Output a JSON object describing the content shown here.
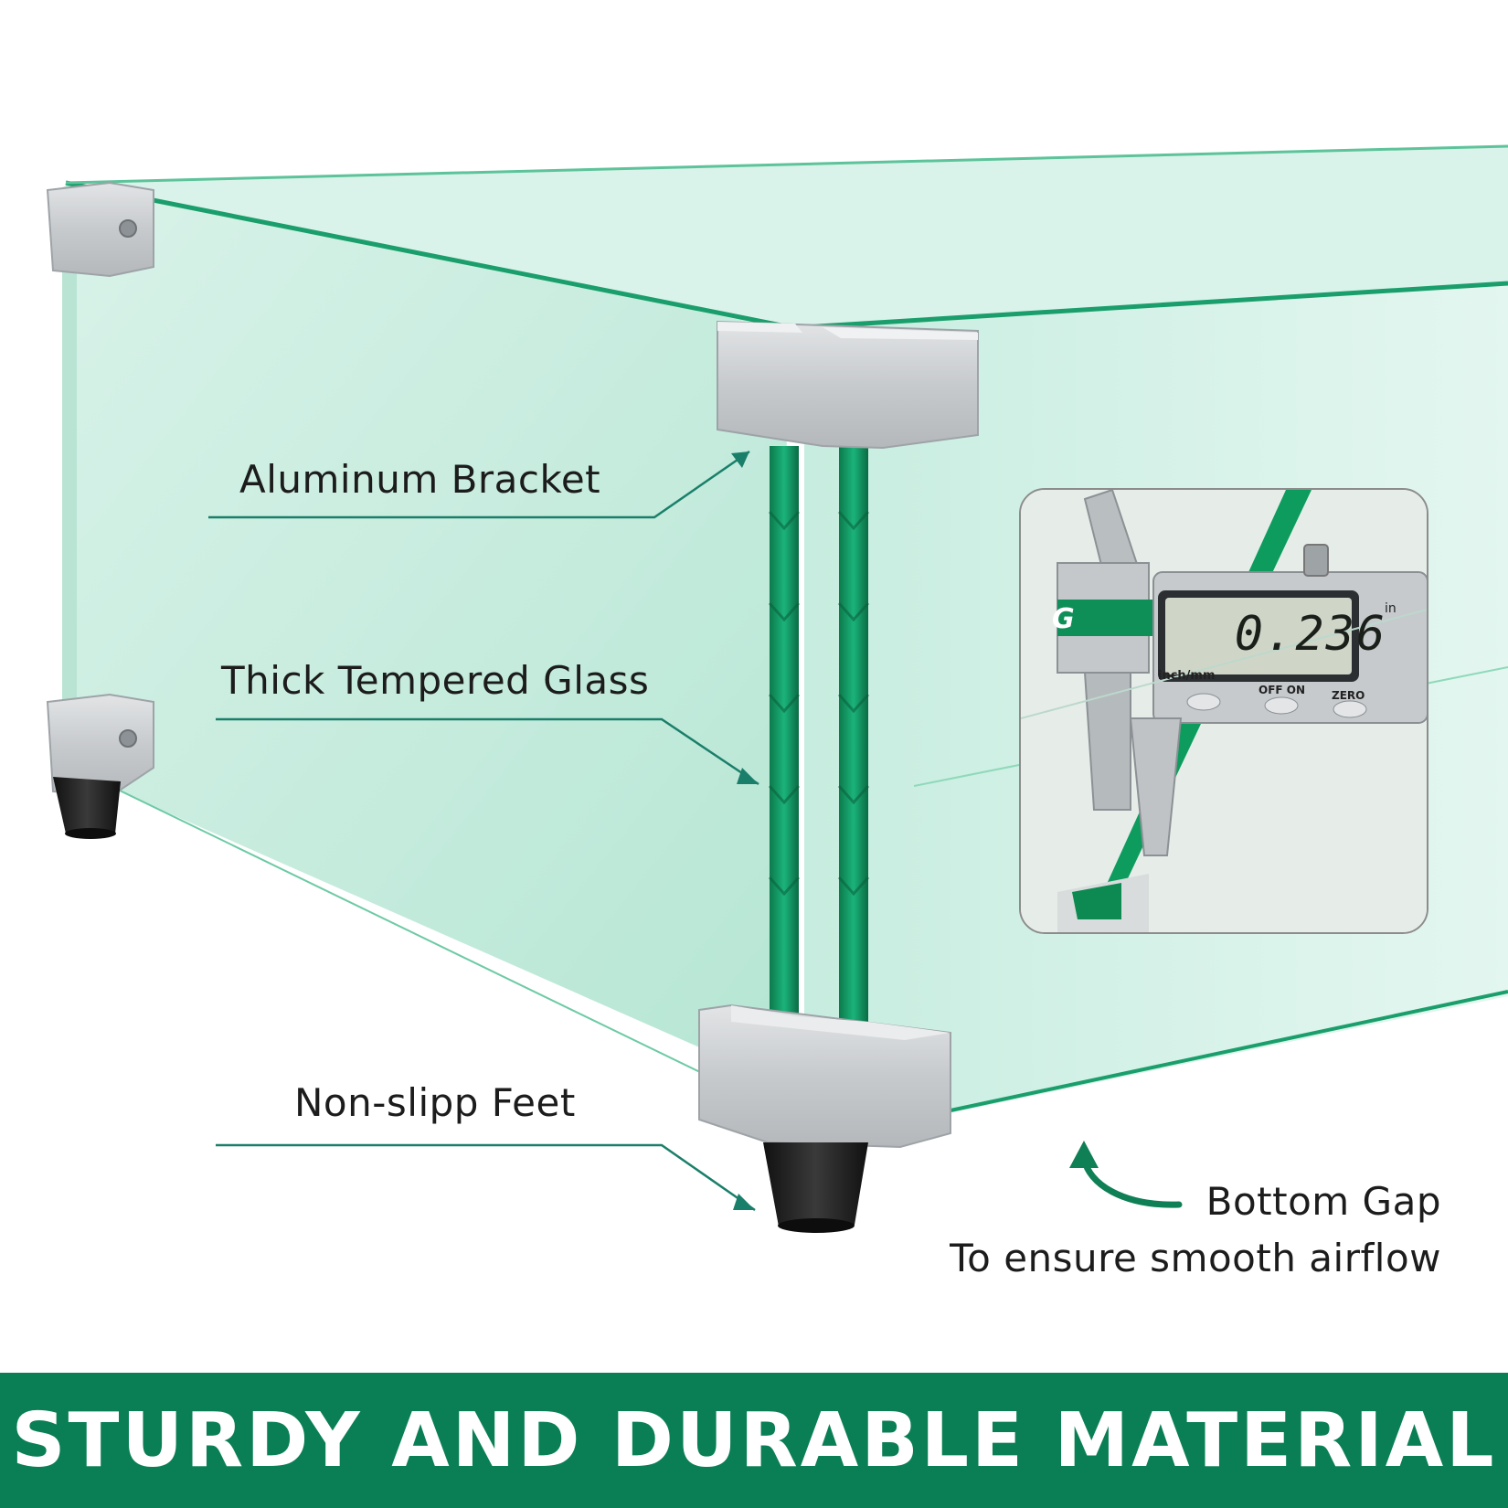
{
  "callouts": {
    "bracket": "Aluminum Bracket",
    "glass": "Thick Tempered Glass",
    "feet": "Non-slipp Feet",
    "gap_title": "Bottom Gap",
    "gap_desc": "To ensure smooth airflow"
  },
  "inset": {
    "caliper_brand": "G",
    "caliper_reading": "0.236",
    "caliper_unit": "in",
    "caliper_mode": "inch/mm",
    "caliper_off_on": "OFF   ON",
    "caliper_zero": "ZERO"
  },
  "banner": {
    "title": "STURDY AND DURABLE MATERIAL"
  },
  "colors": {
    "brand_green": "#0a7f55",
    "glass_tint": "#bfe9da",
    "glass_edge": "#0f9a66",
    "aluminum": "#c9cccf",
    "rubber": "#1f1f1f",
    "callout_line": "#1a7f6a"
  }
}
